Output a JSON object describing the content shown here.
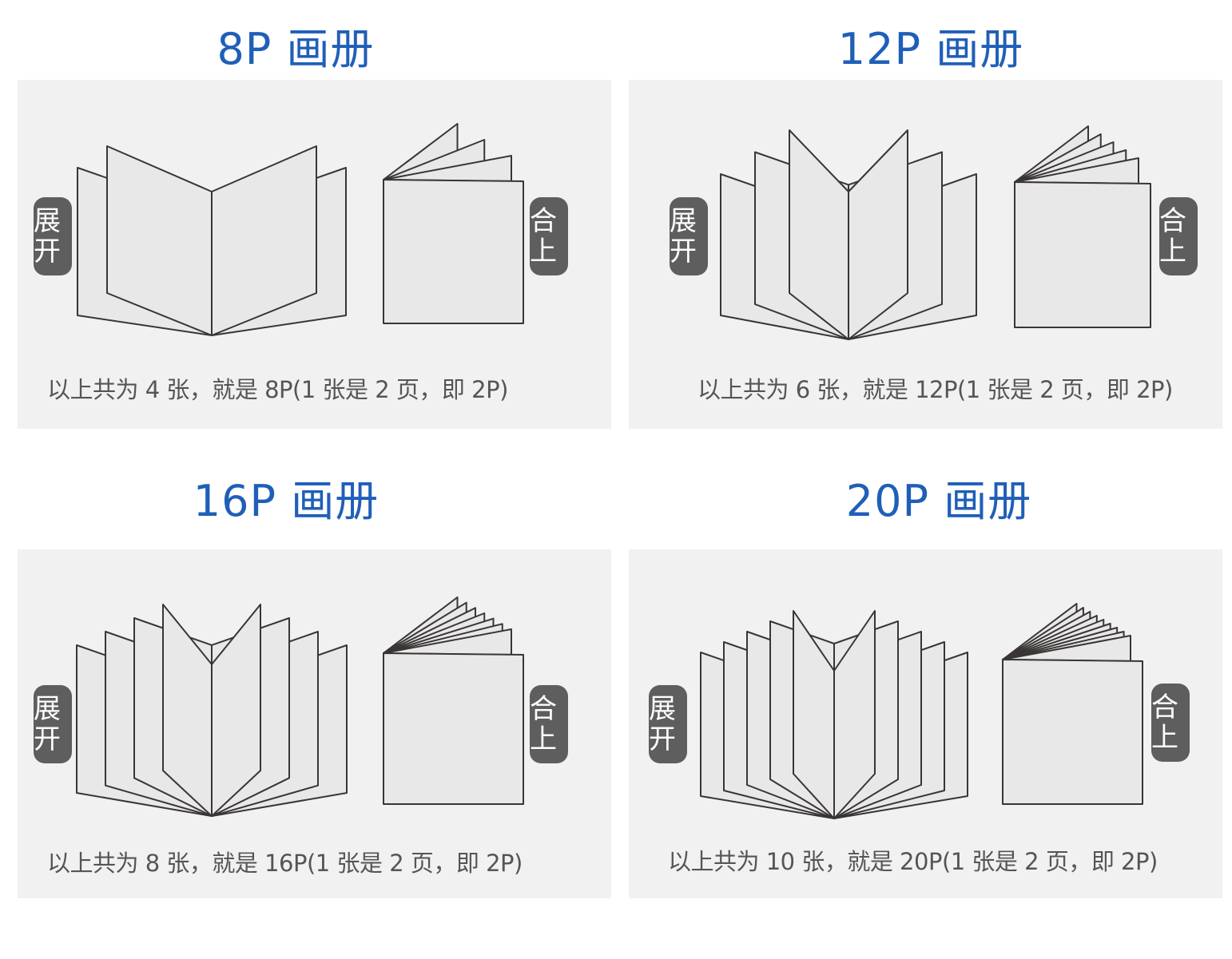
{
  "colors": {
    "title": "#1f5fb8",
    "panel_bg": "#f1f1f1",
    "page_fill": "#e8e8e8",
    "page_stroke": "#3a3535",
    "badge_bg": "#5e5e5e"
  },
  "panels": [
    {
      "title": "8P 画册",
      "sheets": 4,
      "open_label": "展开",
      "closed_label": "合上",
      "caption": "以上共为 4 张，就是 8P(1 张是 2 页，即 2P)"
    },
    {
      "title": "12P 画册",
      "sheets": 6,
      "open_label": "展开",
      "closed_label": "合上",
      "caption": "以上共为 6 张，就是 12P(1 张是 2 页，即 2P)"
    },
    {
      "title": "16P 画册",
      "sheets": 8,
      "open_label": "展开",
      "closed_label": "合上",
      "caption": "以上共为 8 张，就是 16P(1 张是 2 页，即 2P)"
    },
    {
      "title": "20P 画册",
      "sheets": 10,
      "open_label": "展开",
      "closed_label": "合上",
      "caption": "以上共为 10 张，就是 20P(1 张是 2 页，即 2P)"
    }
  ]
}
